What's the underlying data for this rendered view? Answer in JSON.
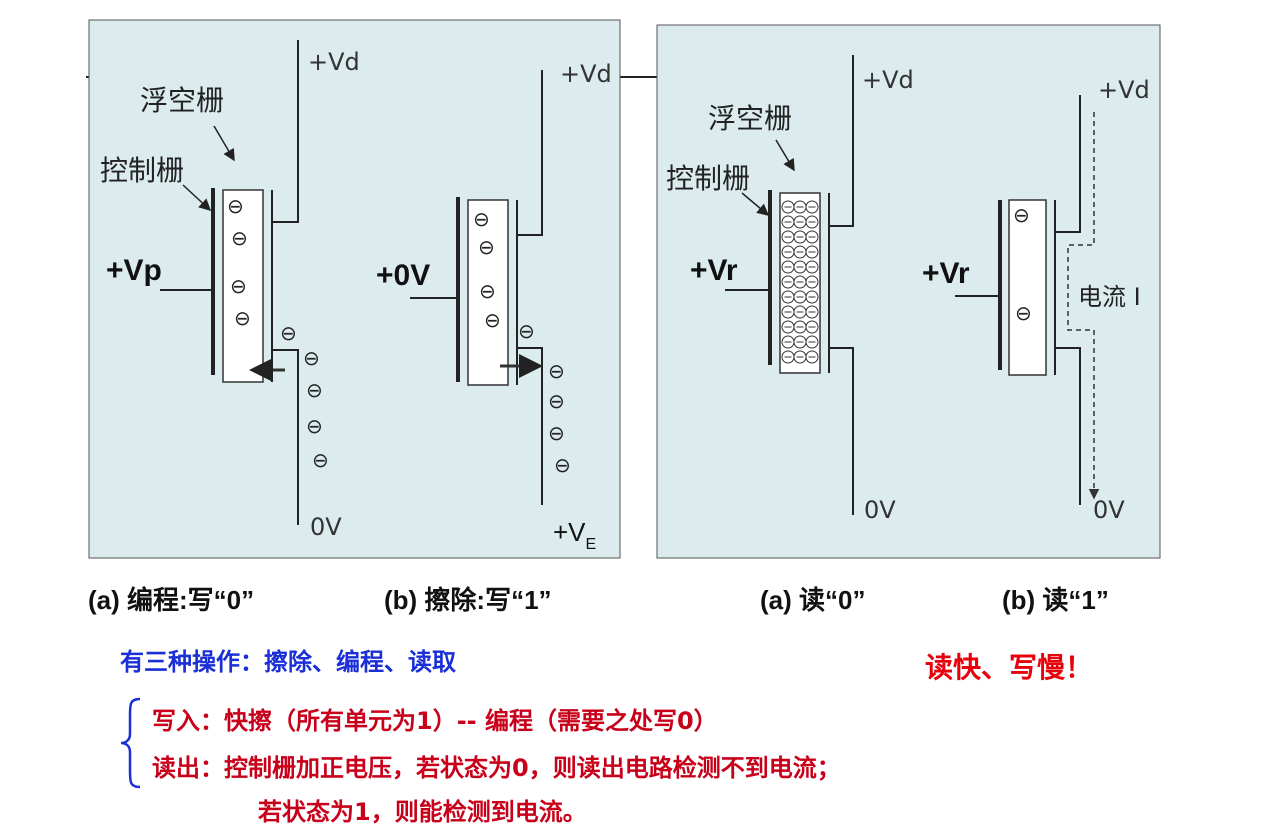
{
  "diagram_left": {
    "floating_gate_label": "浮空栅",
    "control_gate_label": "控制栅",
    "program": {
      "gate_voltage": "+Vp",
      "drain": "+Vd",
      "source": "0V"
    },
    "erase": {
      "gate_voltage": "+0V",
      "drain": "+Vd",
      "source_main": "+V",
      "source_sub": "E"
    },
    "electron": "⊖"
  },
  "diagram_right": {
    "floating_gate_label": "浮空栅",
    "control_gate_label": "控制栅",
    "read0": {
      "gate_voltage": "+Vr",
      "drain": "+Vd",
      "source": "0V"
    },
    "read1": {
      "gate_voltage": "+Vr",
      "drain": "+Vd",
      "source": "0V",
      "current": "电流 I"
    }
  },
  "captions": {
    "program": "(a) 编程:写“0”",
    "erase": "(b) 擦除:写“1”",
    "read0": "(a) 读“0”",
    "read1": "(b) 读“1”"
  },
  "notes": {
    "ops": "有三种操作：擦除、编程、读取",
    "speed": "读快、写慢！",
    "write": "写入：快擦（所有单元为1）-- 编程（需要之处写0）",
    "read_a": "读出：控制栅加正电压，若状态为0，则读出电路检测不到电流；",
    "read_b": "若状态为1，则能检测到电流。"
  },
  "colors": {
    "panel": "#dcebee",
    "ops": "#1a2fd6",
    "red": "#c8001a",
    "speed": "#e8000b"
  }
}
